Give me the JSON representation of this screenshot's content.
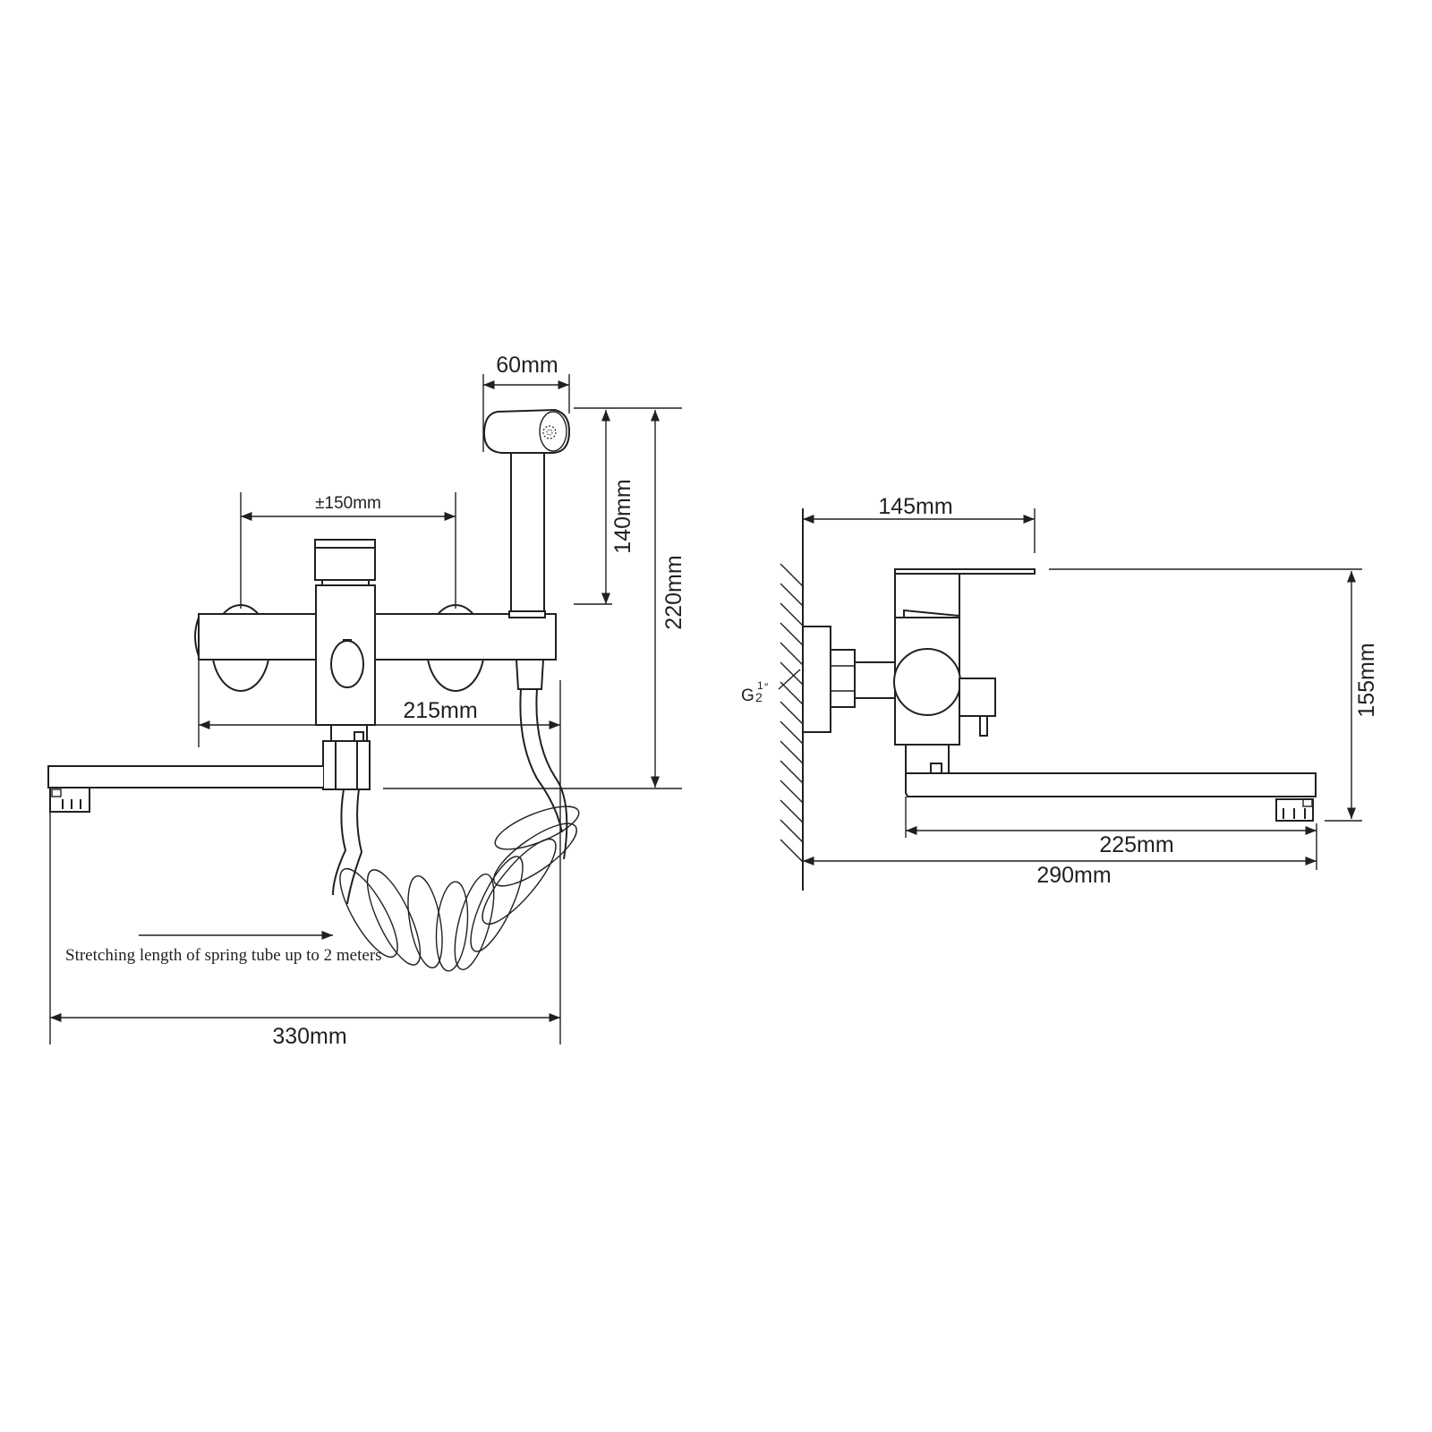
{
  "front_view": {
    "dim_spray_width": "60mm",
    "dim_spray_height": "140mm",
    "dim_total_height": "220mm",
    "dim_inlet_spacing": "±150mm",
    "dim_body_width": "215mm",
    "dim_total_width": "330mm",
    "caption": "Stretching length of spring tube up to 2 meters"
  },
  "side_view": {
    "dim_depth_handle": "145mm",
    "dim_height": "155mm",
    "dim_spout_length": "225mm",
    "dim_total_projection": "290mm",
    "thread_label": "G",
    "thread_fraction_num": "1",
    "thread_fraction_den": "2",
    "thread_inch_mark": "″"
  },
  "colors": {
    "line": "#231f20",
    "background": "#ffffff"
  }
}
